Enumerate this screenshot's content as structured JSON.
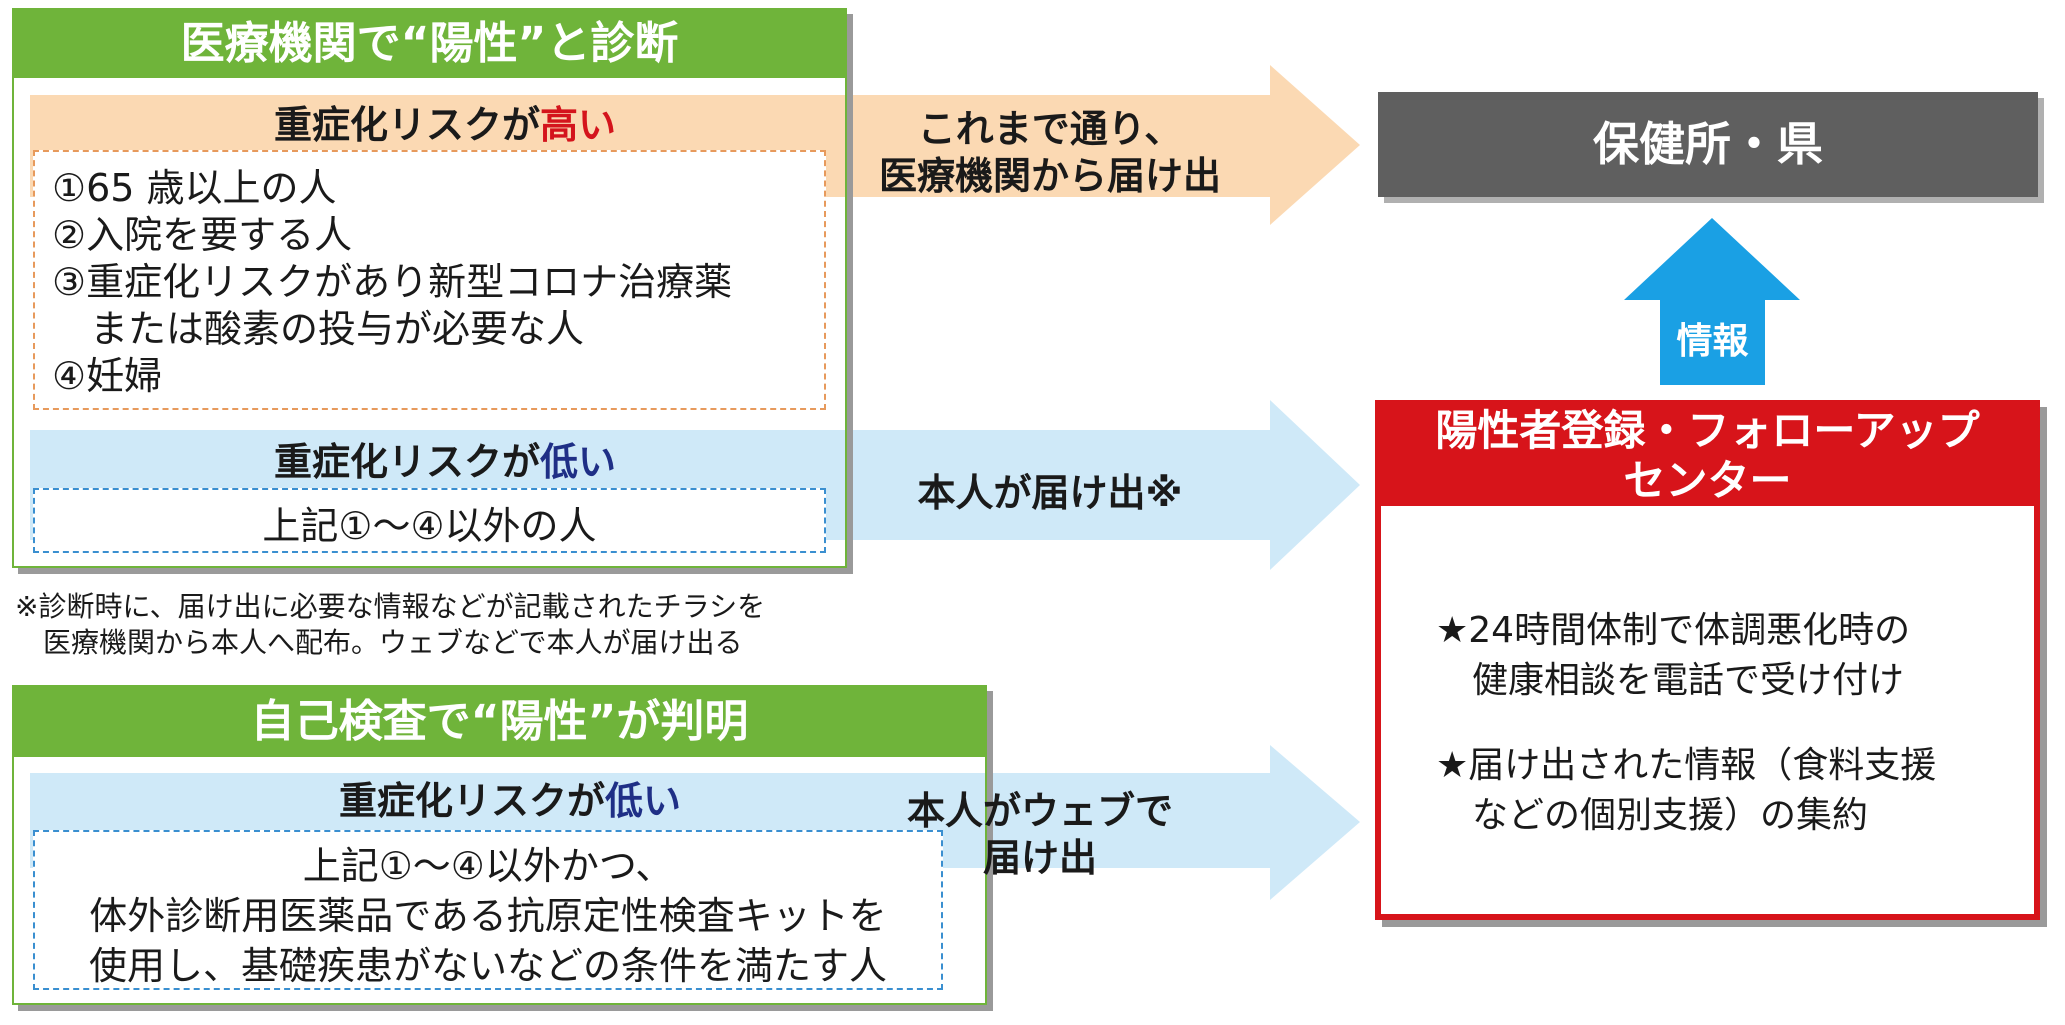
{
  "section_medical": {
    "header": "医療機関で“陽性”と診断",
    "high_risk": {
      "label_prefix": "重症化リスクが",
      "label_emph": "高い",
      "items": [
        "①65 歳以上の人",
        "②入院を要する人",
        "③重症化リスクがあり新型コロナ治療薬",
        "　または酸素の投与が必要な人",
        "④妊婦"
      ],
      "arrow_text": [
        "これまで通り、",
        "医療機関から届け出"
      ]
    },
    "low_risk": {
      "label_prefix": "重症化リスクが",
      "label_emph": "低い",
      "desc": "上記①～④以外の人",
      "arrow_text": "本人が届け出※"
    }
  },
  "footnote": [
    "※診断時に、届け出に必要な情報などが記載されたチラシを",
    "　医療機関から本人へ配布。ウェブなどで本人が届け出る"
  ],
  "section_self": {
    "header": "自己検査で“陽性”が判明",
    "label_prefix": "重症化リスクが",
    "label_emph": "低い",
    "desc": [
      "上記①～④以外かつ、",
      "体外診断用医薬品である抗原定性検査キットを",
      "使用し、基礎疾患がないなどの条件を満たす人"
    ],
    "arrow_text": [
      "本人がウェブで",
      "届け出"
    ]
  },
  "health_center": "保健所・県",
  "info_arrow_label": "情報",
  "followup_center": {
    "title": [
      "陽性者登録・フォローアップ",
      "センター"
    ],
    "services": [
      "★24時間体制で体調悪化時の",
      "　健康相談を電話で受け付け",
      "★届け出された情報（食料支援",
      "　などの個別支援）の集約"
    ]
  },
  "colors": {
    "green": "#6fb43a",
    "peach": "#fbd9b3",
    "light_blue": "#cfe9f8",
    "red": "#d7141a",
    "dark_gray": "#5f5f5f",
    "blue_arrow": "#1aa0e4",
    "high_text": "#d4141c",
    "low_text": "#1f2f86"
  }
}
